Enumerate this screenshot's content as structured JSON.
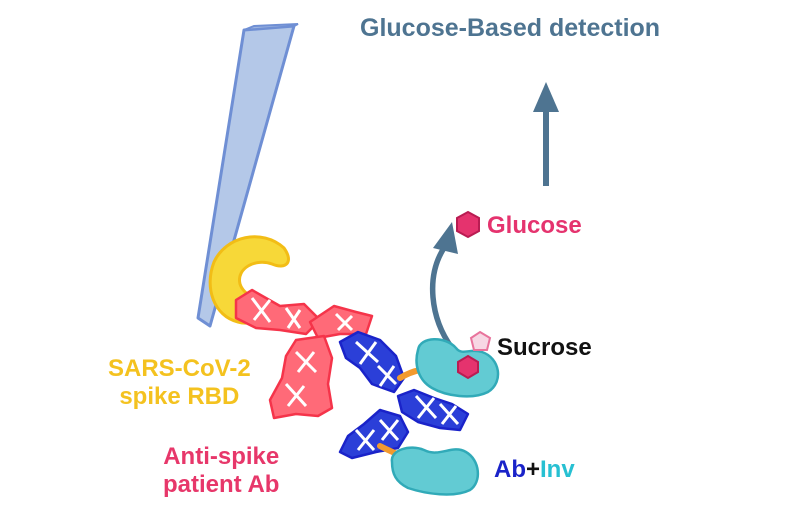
{
  "title": "Glucose-Based detection",
  "labels": {
    "glucose": "Glucose",
    "sucrose": "Sucrose",
    "rbd_line1": "SARS-CoV-2",
    "rbd_line2": "spike RBD",
    "patient_ab_line1": "Anti-spike",
    "patient_ab_line2": "patient Ab",
    "ab_inv": {
      "ab": "Ab",
      "plus": "+",
      "inv": "Inv"
    }
  },
  "colors": {
    "title": "#4e7491",
    "arrow": "#4e7491",
    "surface": "#b4c8e8",
    "surface_edge": "#6f8fd4",
    "spike_rbd": "#f4c21f",
    "patient_antibody": "#ff5a6a",
    "secondary_antibody": "#1a23c9",
    "invertase": "#5cc8d0",
    "linker": "#f29a2e",
    "glucose": "#e5336e",
    "sucrose_fructose": "#f7b8cf"
  }
}
